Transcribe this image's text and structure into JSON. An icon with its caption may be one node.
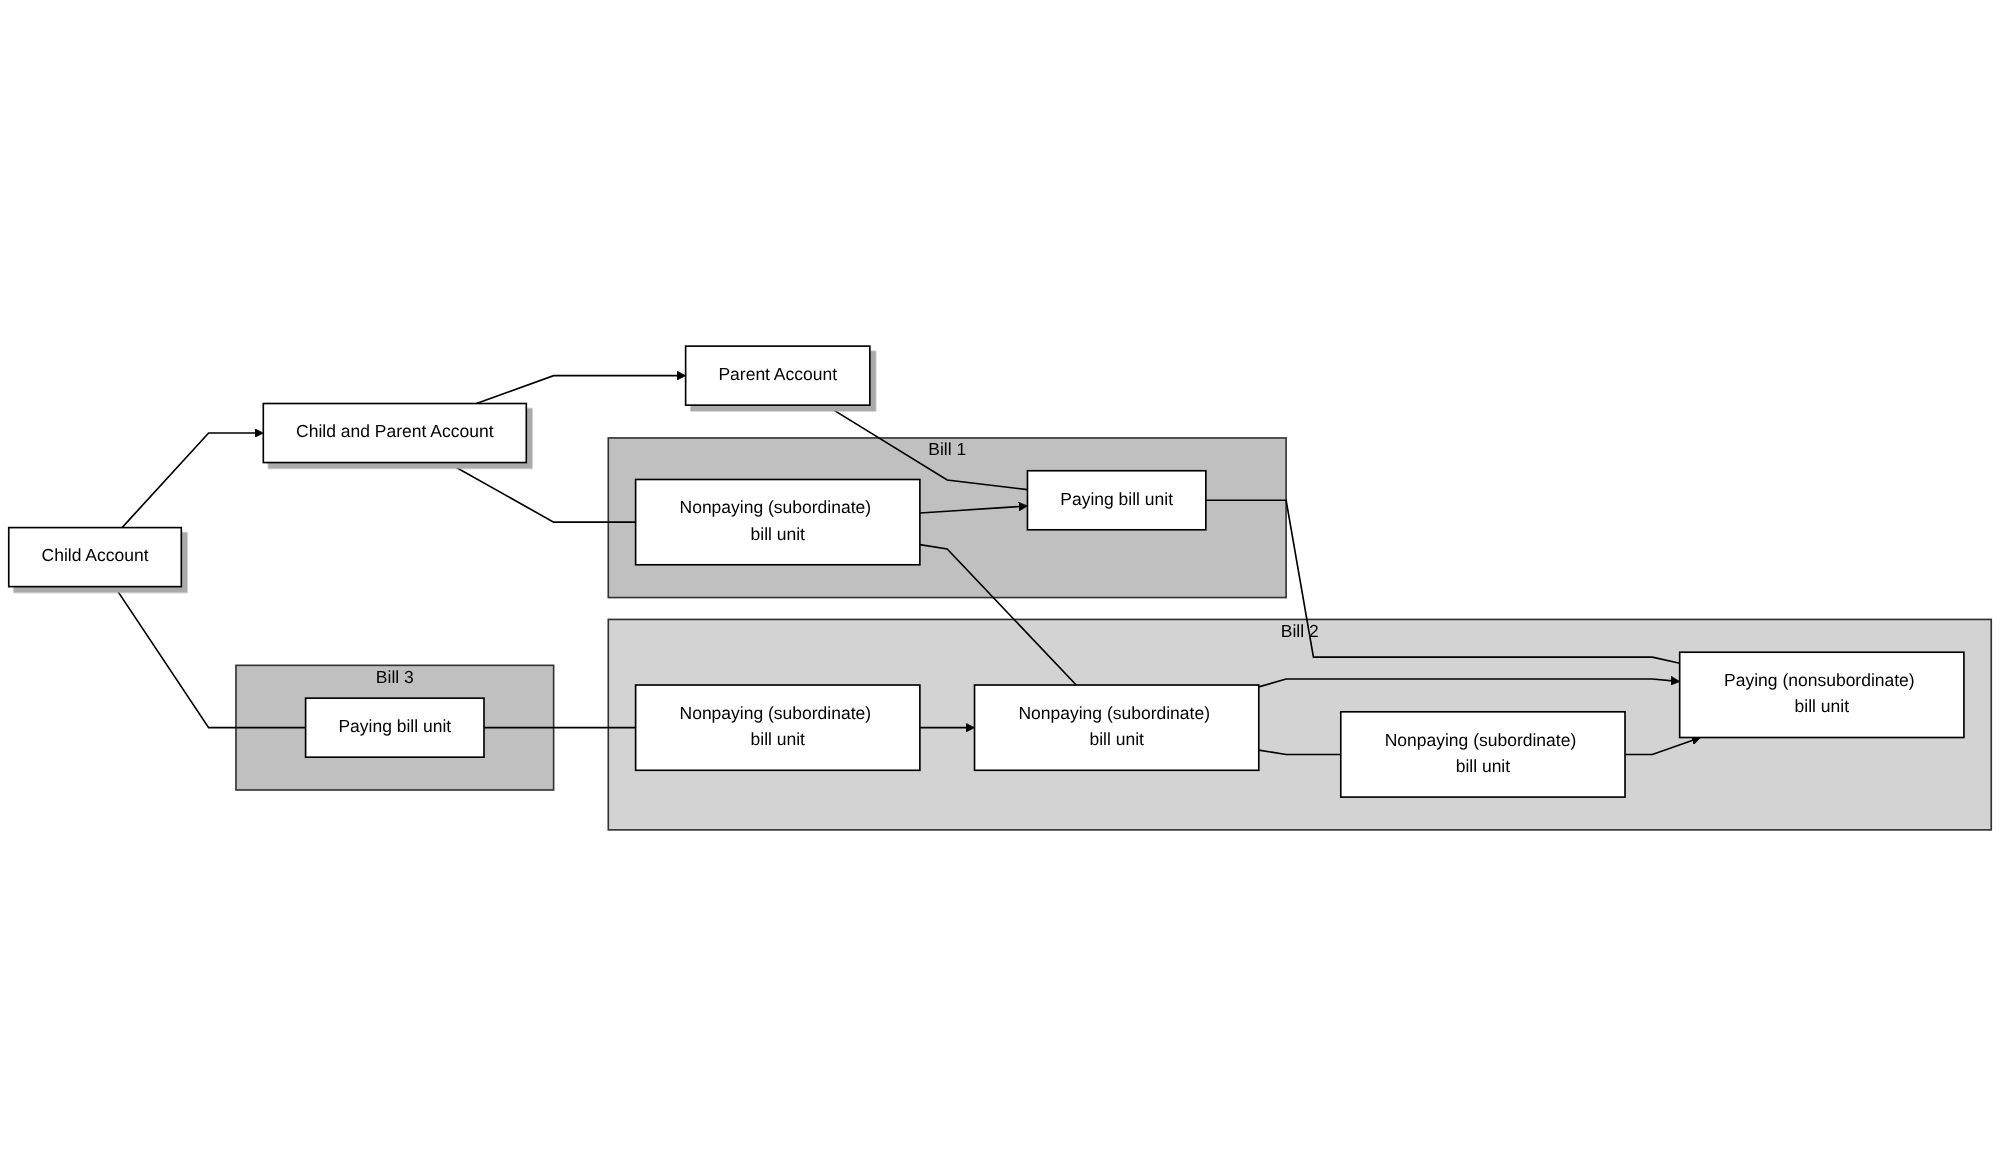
{
  "diagram": {
    "nodes": [
      {
        "text": [
          "Parent Account"
        ]
      },
      {
        "text": [
          "Child and Parent Account"
        ]
      },
      {
        "text": [
          "Child Account"
        ]
      },
      {
        "text": [
          "Bill 1"
        ]
      },
      {
        "text": [
          "Paying bill unit"
        ],
        "in": 3
      },
      {
        "text": [
          "Nonpaying (subordinate) bill unit"
        ],
        "in": 3
      },
      {
        "text": [
          "Bill 3"
        ]
      },
      {
        "text": [
          "Paying bill unit"
        ],
        "in": 6
      },
      {
        "text": [
          "Bill 2"
        ]
      },
      {
        "text": [
          "Paying (nonsubordinate) bill unit"
        ],
        "in": 8
      },
      {
        "text": [
          "Nonpaying (subordinate) bill unit"
        ],
        "in": 8
      },
      {
        "text": [
          "Nonpaying (subordinate) bill unit"
        ],
        "in": 8
      },
      {
        "text": [
          "Nonpaying (subordinate) bill unit"
        ],
        "in": 8
      }
    ],
    "edges": [
      {
        "from": 0,
        "to": 4,
        "arrow": "none"
      },
      {
        "from": 4,
        "to": 9,
        "arrow": "none"
      },
      {
        "from": 1,
        "to": 0,
        "arrow": "to"
      },
      {
        "from": 5,
        "to": 4,
        "arrow": "to"
      },
      {
        "from": 1,
        "to": 5,
        "arrow": "none"
      },
      {
        "from": 5,
        "to": 10,
        "arrow": "none"
      },
      {
        "from": 10,
        "to": 9,
        "arrow": "to"
      },
      {
        "from": 11,
        "to": 9,
        "arrow": "to"
      },
      {
        "from": 10,
        "to": 11,
        "arrow": "none"
      },
      {
        "from": 2,
        "to": 1,
        "arrow": "to"
      },
      {
        "from": 2,
        "to": 7,
        "arrow": "none"
      },
      {
        "from": 7,
        "to": 12,
        "arrow": "none"
      },
      {
        "from": 12,
        "to": 10,
        "arrow": "to"
      }
    ]
  }
}
